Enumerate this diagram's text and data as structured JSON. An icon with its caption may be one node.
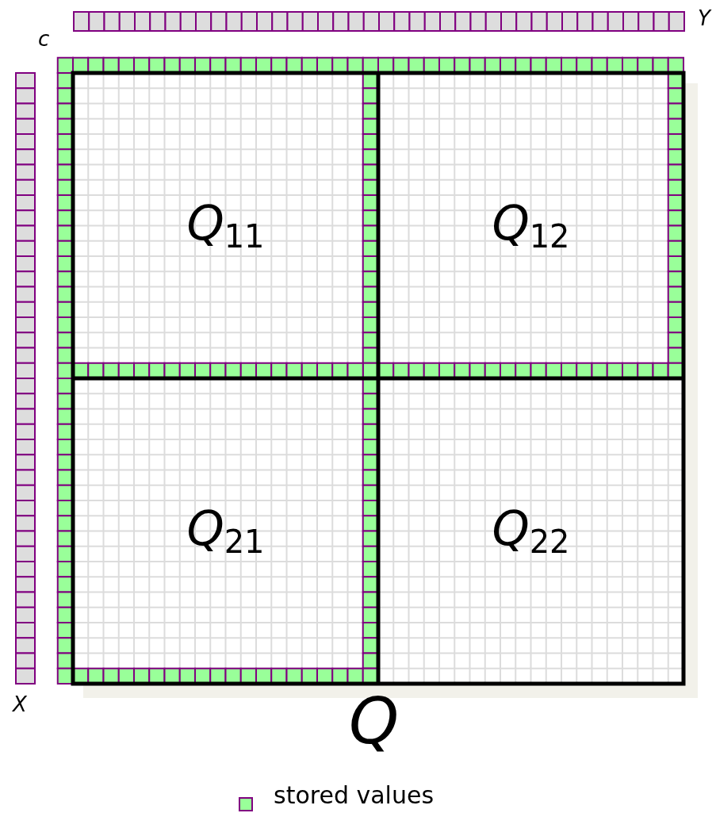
{
  "diagram": {
    "nodes": [
      {
        "text": [
          "Q"
        ]
      },
      {
        "text": [
          "Q$_{11}$"
        ],
        "in": 0
      },
      {
        "text": [
          "Q$_{12}$"
        ],
        "in": 0
      },
      {
        "text": [
          "Q$_{21}$"
        ],
        "in": 0
      },
      {
        "text": [
          "Q$_{22}$"
        ],
        "in": 0
      }
    ],
    "labels": [
      "Y",
      "c",
      "X"
    ],
    "legend": [
      {
        "text": "stored values",
        "color": "#99ff99"
      }
    ]
  }
}
